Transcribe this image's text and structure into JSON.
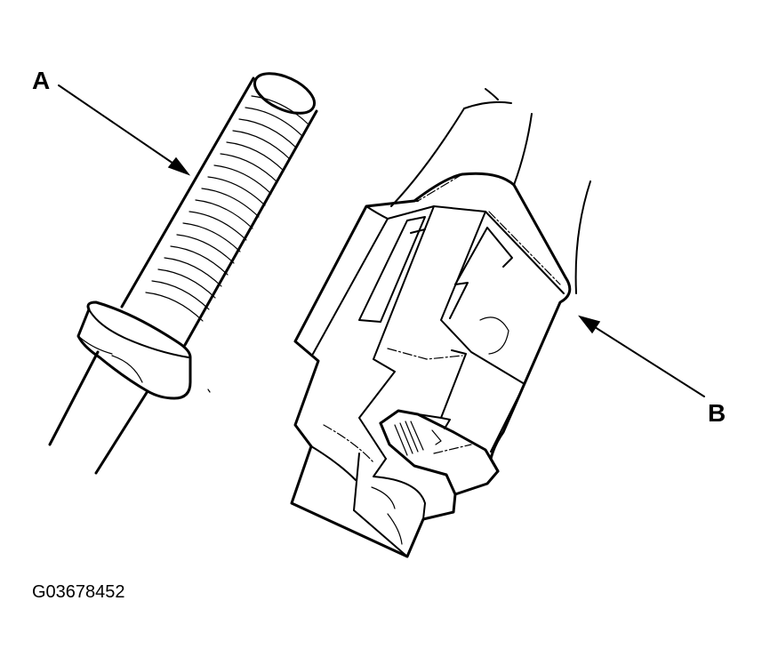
{
  "callouts": {
    "a": "A",
    "b": "B"
  },
  "figure_code": "G03678452",
  "colors": {
    "line": "#000000",
    "background": "#ffffff"
  }
}
